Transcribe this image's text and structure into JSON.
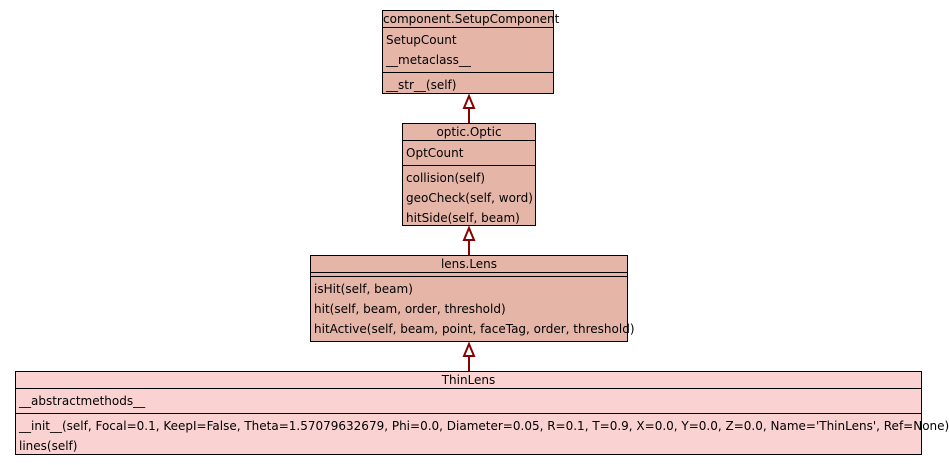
{
  "classes": [
    {
      "name": "component.SetupComponent",
      "attributes": [
        "SetupCount",
        "__metaclass__"
      ],
      "methods": [
        "__str__(self)"
      ]
    },
    {
      "name": "optic.Optic",
      "attributes": [
        "OptCount"
      ],
      "methods": [
        "collision(self)",
        "geoCheck(self, word)",
        "hitSide(self, beam)"
      ]
    },
    {
      "name": "lens.Lens",
      "attributes": [],
      "methods": [
        "isHit(self, beam)",
        "hit(self, beam, order, threshold)",
        "hitActive(self, beam, point, faceTag, order, threshold)"
      ]
    },
    {
      "name": "ThinLens",
      "attributes": [
        "__abstractmethods__"
      ],
      "methods": [
        "__init__(self, Focal=0.1, KeepI=False, Theta=1.57079632679, Phi=0.0, Diameter=0.05, R=0.1, T=0.9, X=0.0, Y=0.0, Z=0.0, Name='ThinLens', Ref=None)",
        "lines(self)"
      ]
    }
  ],
  "colors": {
    "base_fill": "#e5b5a8",
    "leaf_fill": "#fbd2d2",
    "edge": "#8b0000"
  }
}
